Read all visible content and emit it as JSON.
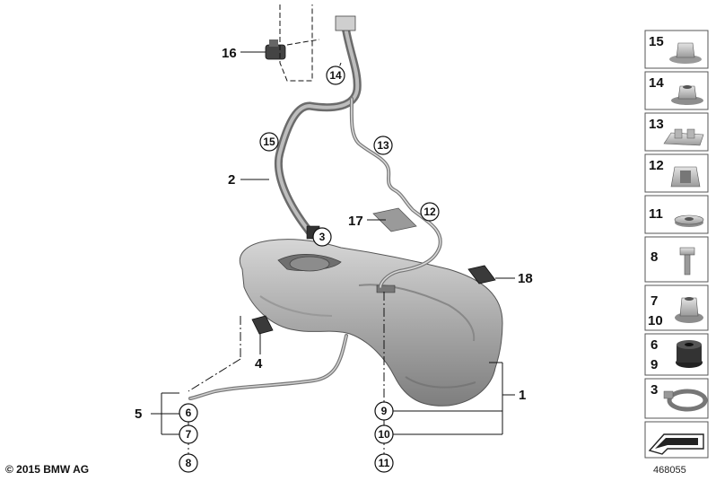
{
  "footer": {
    "copyright": "© 2015 BMW AG",
    "doc_number": "468055"
  },
  "callouts": {
    "c3": "3",
    "c6": "6",
    "c7": "7",
    "c8": "8",
    "c9": "9",
    "c10": "10",
    "c11": "11",
    "c12": "12",
    "c13": "13",
    "c14": "14",
    "c15": "15"
  },
  "labels": {
    "l1": "1",
    "l2": "2",
    "l4": "4",
    "l5": "5",
    "l16": "16",
    "l17": "17",
    "l18": "18"
  },
  "parts_panel": [
    {
      "label": "15",
      "icon": "nut-icon"
    },
    {
      "label": "14",
      "icon": "flange-nut-icon"
    },
    {
      "label": "13",
      "icon": "pipe-clip-icon"
    },
    {
      "label": "12",
      "icon": "clip-icon"
    },
    {
      "label": "11",
      "icon": "washer-icon"
    },
    {
      "label": "8",
      "icon": "screw-icon"
    },
    {
      "label": "7",
      "label2": "10",
      "icon": "grommet-icon"
    },
    {
      "label": "6",
      "label2": "9",
      "icon": "rubber-bushing-icon"
    },
    {
      "label": "3",
      "icon": "hose-clamp-icon"
    },
    {
      "label": "",
      "icon": "arrow-sign-icon"
    }
  ]
}
